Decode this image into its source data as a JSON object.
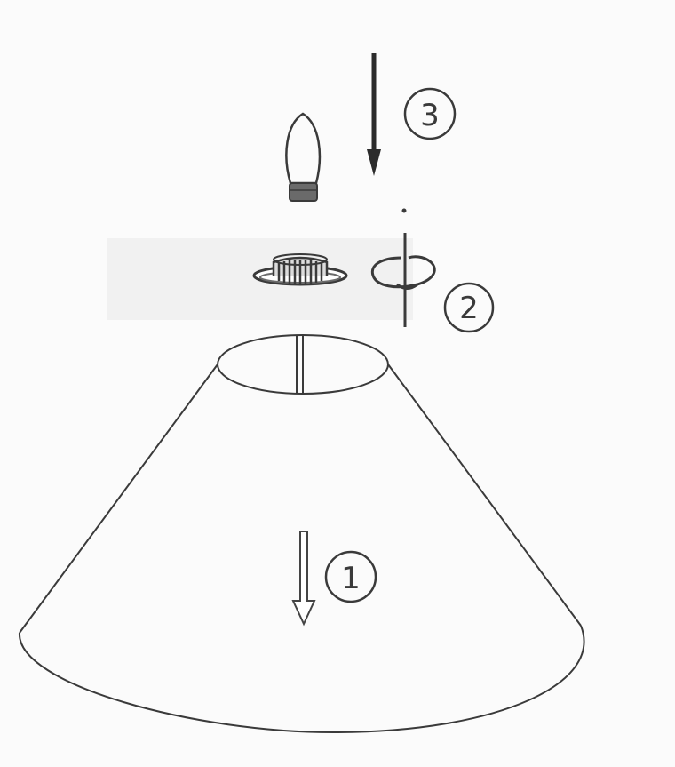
{
  "steps": [
    {
      "number": "1",
      "part": "lampshade",
      "direction": "down"
    },
    {
      "number": "2",
      "part": "shade-ring",
      "direction": "rotate"
    },
    {
      "number": "3",
      "part": "bulb",
      "direction": "down"
    }
  ],
  "colors": {
    "ink": "#3a3a3a",
    "background": "#fbfbfb",
    "band": "#f1f1f1"
  }
}
